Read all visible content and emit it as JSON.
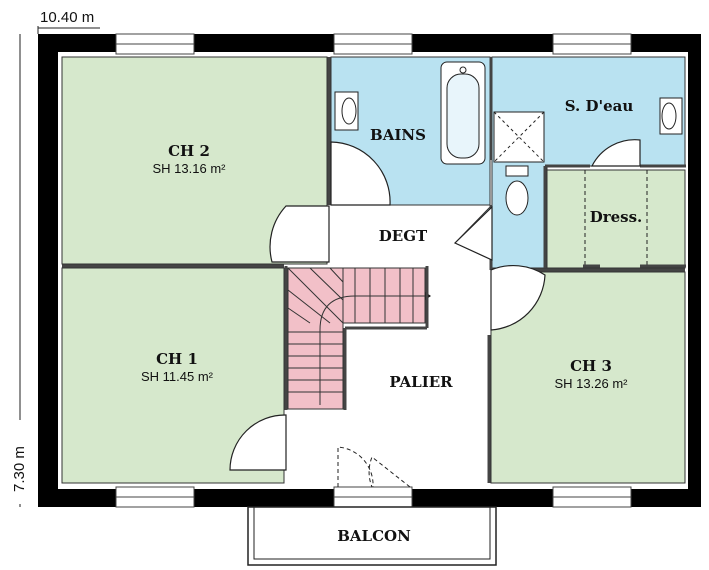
{
  "dimensions": {
    "width_label": "10.40 m",
    "height_label": "7.30 m"
  },
  "rooms": {
    "ch2": {
      "name": "CH 2",
      "area": "SH 13.16 m²"
    },
    "ch1": {
      "name": "CH 1",
      "area": "SH 11.45 m²"
    },
    "ch3": {
      "name": "CH 3",
      "area": "SH 13.26 m²"
    },
    "bains": {
      "name": "BAINS"
    },
    "sdeau": {
      "name": "S. D'eau"
    },
    "dress": {
      "name": "Dress."
    },
    "degt": {
      "name": "DEGT"
    },
    "palier": {
      "name": "PALIER"
    },
    "balcon": {
      "name": "BALCON"
    }
  },
  "colors": {
    "wall": "#000000",
    "bedroom": "#d6e8cc",
    "wet_room": "#b9e2f1",
    "stairs": "#f2c0c8",
    "circulation": "#ffffff"
  }
}
